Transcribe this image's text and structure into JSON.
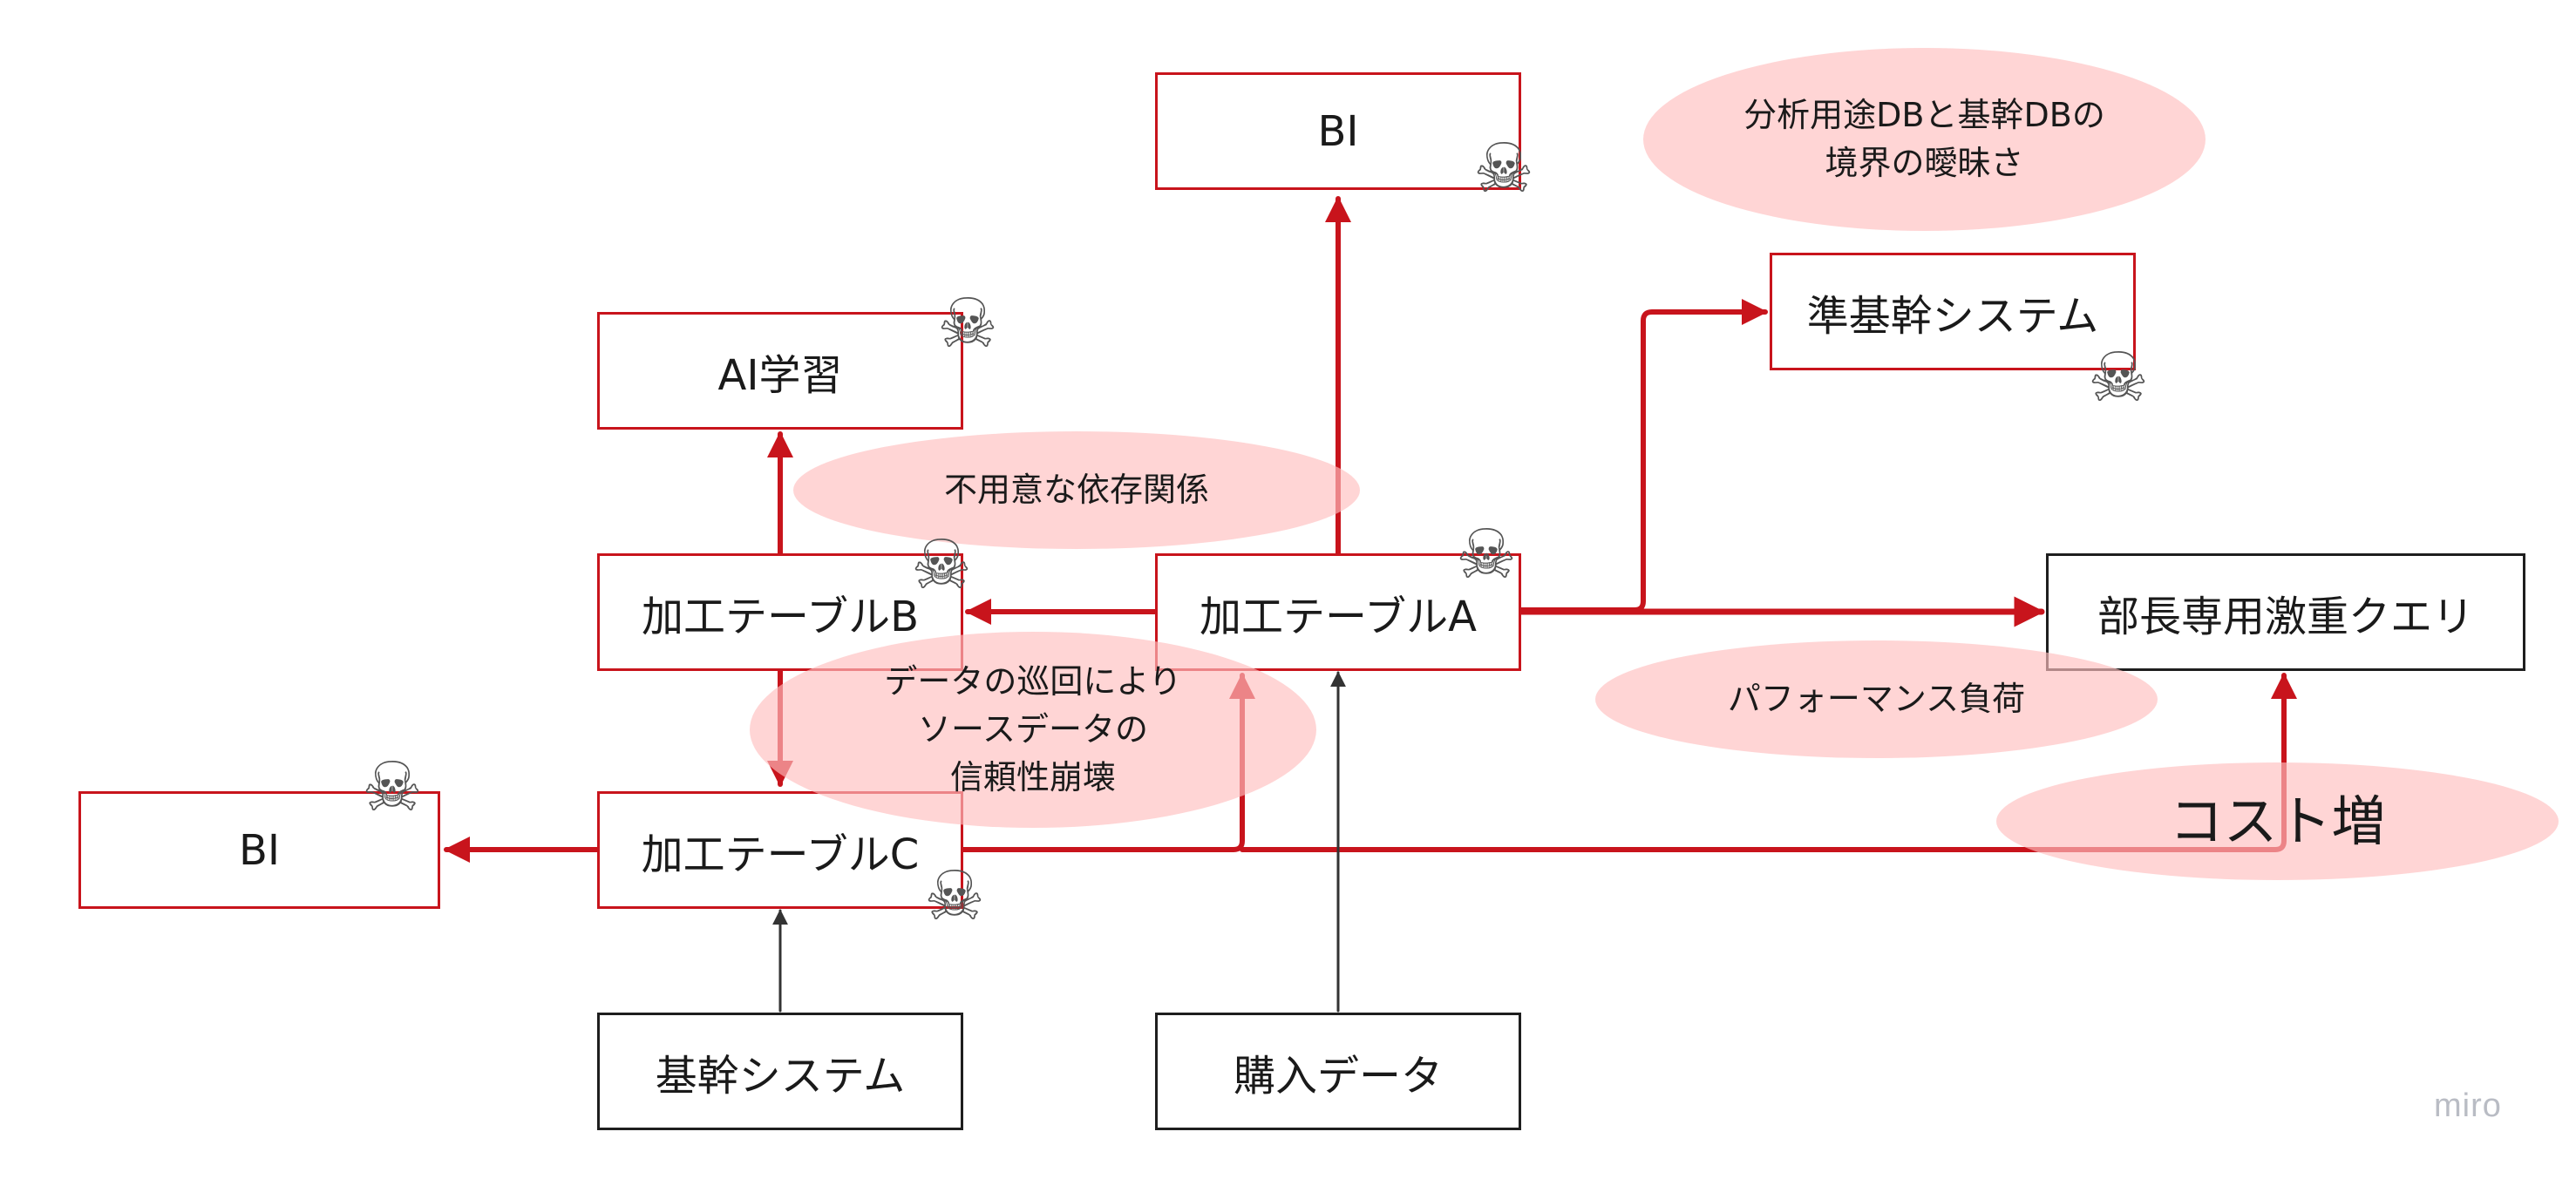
{
  "nodes": {
    "bi_top": "BI",
    "ai": "AI学習",
    "semi_core": "準基幹システム",
    "table_b": "加工テーブルB",
    "table_a": "加工テーブルA",
    "manager_query": "部長専用激重クエリ",
    "bi_left": "BI",
    "table_c": "加工テーブルC",
    "core_system": "基幹システム",
    "purchase_data": "購入データ"
  },
  "notes": {
    "boundary": "分析用途DBと基幹DBの\n境界の曖昧さ",
    "dependency": "不用意な依存関係",
    "trust": "データの巡回により\nソースデータの\n信頼性崩壊",
    "performance": "パフォーマンス負荷",
    "cost": "コスト増"
  },
  "icons": {
    "warning": "skull-icon",
    "glyph": "☠"
  },
  "colors": {
    "accent": "#c8141c",
    "note_fill": "#ffc0c0",
    "neutral": "#1e1e1e"
  },
  "logo": "miro"
}
